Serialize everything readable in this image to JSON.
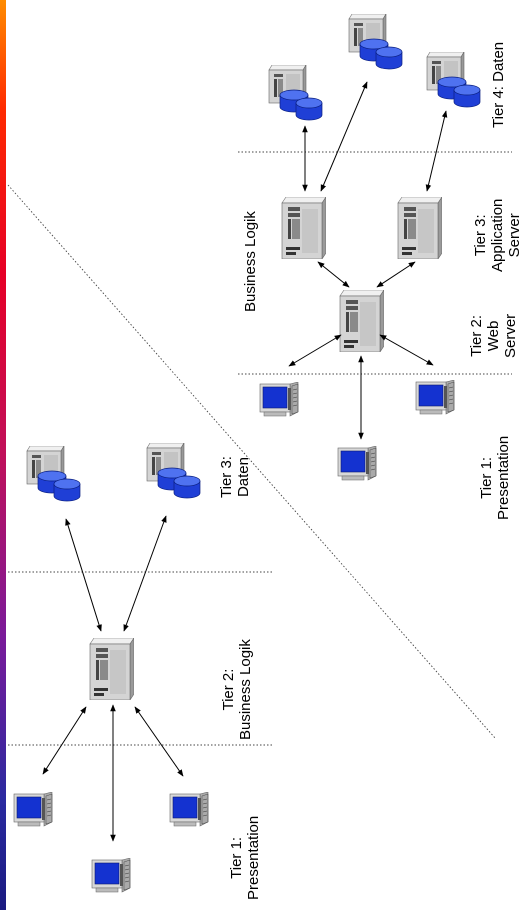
{
  "colors": {
    "server_body": "#d8d8d8",
    "database": "#1f3fd6",
    "monitor_screen": "#1432d0",
    "line": "#000000",
    "gradient_top": "#ff8c00",
    "gradient_bottom": "#1a1a80"
  },
  "icons": {
    "server": "server-tower-icon",
    "database_server": "database-server-icon",
    "client": "desktop-computer-icon"
  },
  "three_tier": {
    "tier1": {
      "line1": "Tier 1:",
      "line2": "Presentation"
    },
    "tier2": {
      "line1": "Tier 2:",
      "line2": "Business Logik"
    },
    "tier3": {
      "line1": "Tier 3:",
      "line2": "Daten"
    }
  },
  "four_tier": {
    "tier1": {
      "line1": "Tier 1:",
      "line2": "Presentation"
    },
    "tier2": {
      "line1": "Tier 2:",
      "line2": "Web",
      "line3": "Server"
    },
    "tier3": {
      "line1": "Tier 3:",
      "line2": "Application",
      "line3": "Server"
    },
    "tier4": {
      "line1": "Tier 4: Daten"
    },
    "business_logic_label": "Business Logik"
  }
}
